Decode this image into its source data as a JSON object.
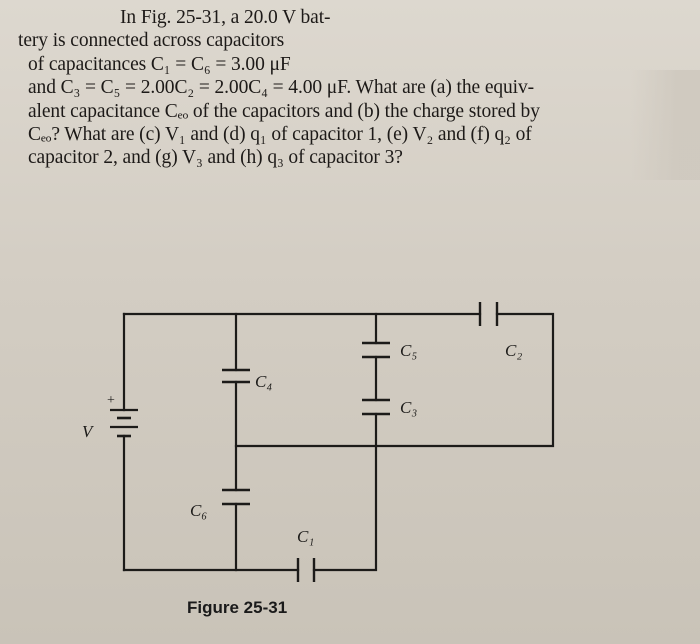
{
  "problem": {
    "lines": [
      "In Fig. 25-31, a 20.0 V bat-",
      "tery is connected across capacitors",
      "of capacitances C₁ = C₆ = 3.00 μF",
      "and C₃ = C₅ = 2.00C₂ = 2.00C₄ = 4.00 μF. What are (a) the equiv-",
      "alent capacitance Cₑₒ of the capacitors and (b) the charge stored by",
      "Cₑₒ? What are (c) V₁ and (d) q₁ of capacitor 1, (e) V₂ and (f) q₂ of",
      "capacitor 2, and (g) V₃ and (h) q₃ of capacitor 3?"
    ]
  },
  "figure": {
    "caption": "Figure 25-31",
    "labels": {
      "battery": "V",
      "plus": "+",
      "c1": "C₁",
      "c2": "C₂",
      "c3": "C₃",
      "c4": "C₄",
      "c5": "C₅",
      "c6": "C₆"
    },
    "colors": {
      "wire": "#1c1b19",
      "paper": "#d6d0c6"
    }
  }
}
